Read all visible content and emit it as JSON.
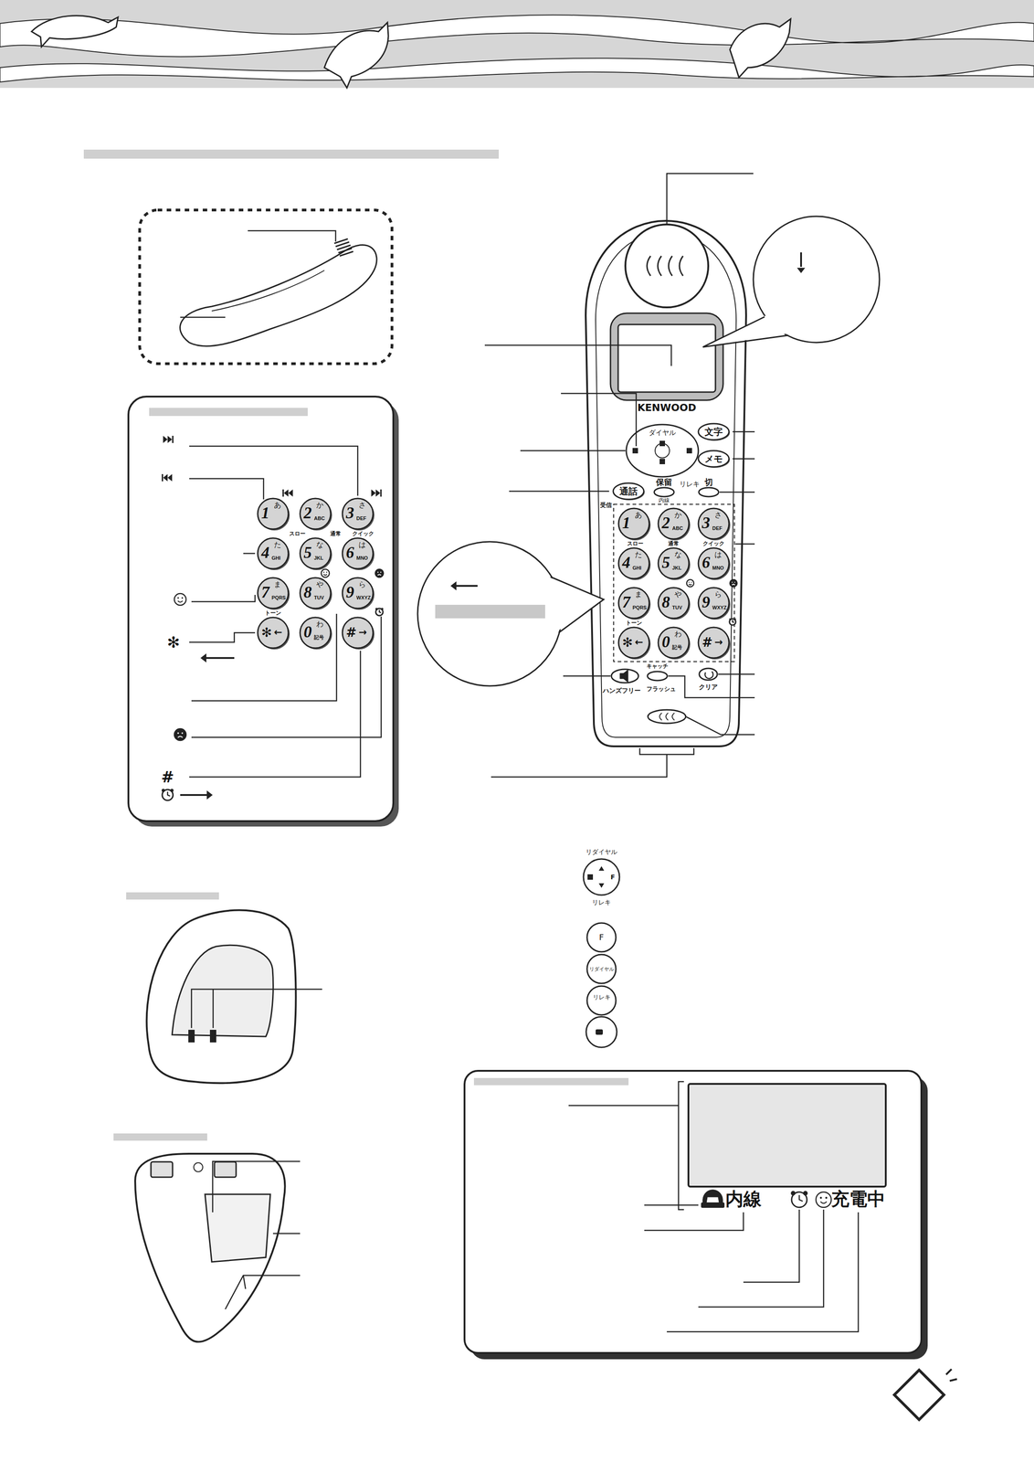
{
  "diagram": {
    "nodes": [
      {
        "text": [
          "1",
          "あ"
        ]
      },
      {
        "text": [
          "2",
          "か",
          "ABC"
        ]
      },
      {
        "text": [
          "3",
          "さ",
          "DEF"
        ]
      },
      {
        "text": [
          "4",
          "た",
          "GHI"
        ]
      },
      {
        "text": [
          "5",
          "な",
          "JKL"
        ]
      },
      {
        "text": [
          "6",
          "は",
          "MNO"
        ]
      },
      {
        "text": [
          "7",
          "ま",
          "PQRS"
        ]
      },
      {
        "text": [
          "8",
          "や",
          "TUV"
        ]
      },
      {
        "text": [
          "9",
          "ら",
          "WXYZ"
        ]
      },
      {
        "text": [
          "✻",
          "←"
        ]
      },
      {
        "text": [
          "0",
          "わ",
          "記号"
        ]
      },
      {
        "text": [
          "#",
          "→"
        ]
      },
      {
        "text": [
          "文字"
        ]
      },
      {
        "text": [
          "メモ"
        ]
      },
      {
        "text": [
          "通話"
        ]
      },
      {
        "text": [
          "1",
          "あ"
        ]
      },
      {
        "text": [
          "2",
          "か",
          "ABC"
        ]
      },
      {
        "text": [
          "3",
          "さ",
          "DEF"
        ]
      },
      {
        "text": [
          "4",
          "た",
          "GHI"
        ]
      },
      {
        "text": [
          "5",
          "な",
          "JKL"
        ]
      },
      {
        "text": [
          "6",
          "は",
          "MNO"
        ]
      },
      {
        "text": [
          "7",
          "ま",
          "PQRS"
        ]
      },
      {
        "text": [
          "8",
          "や",
          "TUV"
        ]
      },
      {
        "text": [
          "9",
          "ら",
          "WXYZ"
        ]
      },
      {
        "text": [
          "✻",
          "←"
        ]
      },
      {
        "text": [
          "0",
          "わ",
          "記号"
        ]
      },
      {
        "text": [
          "#",
          "→"
        ]
      },
      {
        "text": [
          "F"
        ]
      },
      {
        "text": [
          "リダイヤル"
        ]
      },
      {
        "text": [
          "リレキ"
        ]
      }
    ],
    "labels": [
      "KENWOOD",
      "ダイヤル",
      "リレキ",
      "保留",
      "切",
      "受信",
      "内線",
      "スロー",
      "通常",
      "クイック",
      "トーン",
      "キャッチ",
      "ハンズフリー",
      "フラッシュ",
      "クリア",
      "スロー",
      "通常",
      "クイック",
      "トーン",
      "✻",
      "#",
      "リダイヤル",
      "F",
      "リレキ",
      "内線",
      "充電中"
    ]
  }
}
